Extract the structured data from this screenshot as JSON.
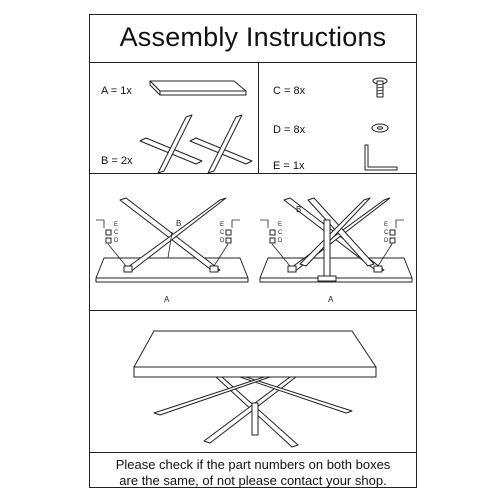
{
  "title": "Assembly Instructions",
  "parts": {
    "a": "A = 1x",
    "b": "B = 2x",
    "c": "C = 8x",
    "d": "D = 8x",
    "e": "E = 1x"
  },
  "diagram_labels": {
    "top": "A",
    "leg": "B",
    "e": "E",
    "c": "C",
    "d": "D"
  },
  "note": {
    "line1": "Please check if the part numbers on both boxes",
    "line2": "are the same, of not please contact your shop."
  }
}
